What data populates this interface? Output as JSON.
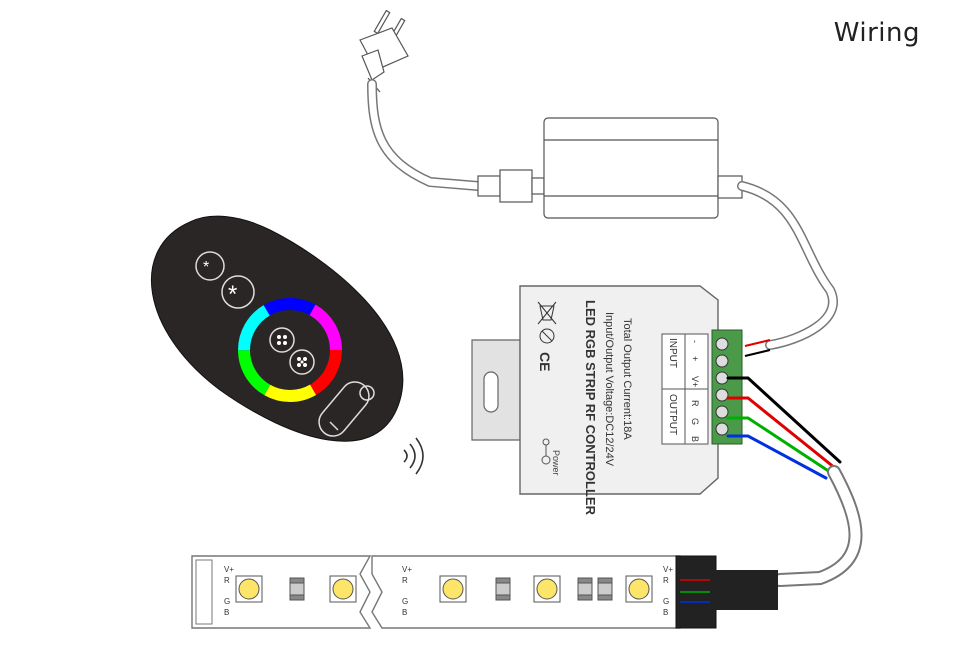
{
  "title": "Wiring",
  "controller": {
    "name": "LED RGB STRIP RF CONTROLLER",
    "voltage": "Input/Output Voltage:DC12/24V",
    "current": "Total Output Current:18A",
    "ce_mark": "CE",
    "power_label": "Power",
    "input_header": "INPUT",
    "output_header": "OUTPUT",
    "input_pins": [
      "V+",
      "+",
      "-"
    ],
    "output_pins": [
      "B",
      "G",
      "R"
    ]
  },
  "strip": {
    "pins": [
      "V+",
      "R",
      "G",
      "B"
    ],
    "pins_right": [
      "V+",
      "R",
      "G",
      "B"
    ]
  },
  "colors": {
    "red": "#e00000",
    "green": "#00b000",
    "blue": "#0030e0",
    "black": "#000000",
    "terminal": "#4a9a4a",
    "remote": "#2b2626"
  },
  "icons": [
    "plug-icon",
    "power-adapter-icon",
    "rf-remote-icon",
    "wireless-signal-icon",
    "controller-icon",
    "led-strip-icon"
  ]
}
